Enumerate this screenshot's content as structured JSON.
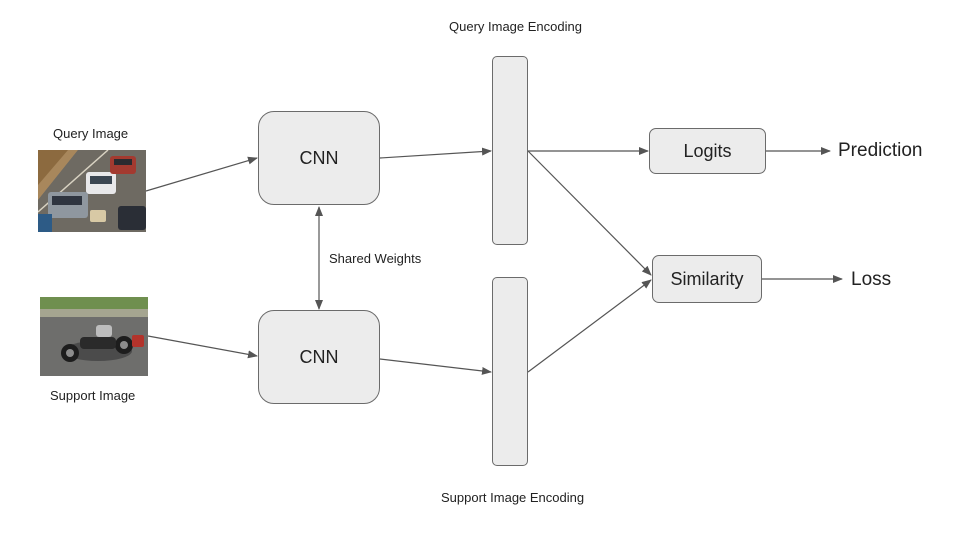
{
  "labels": {
    "query_image": "Query Image",
    "support_image": "Support Image",
    "shared_weights": "Shared Weights",
    "query_encoding": "Query Image Encoding",
    "support_encoding": "Support Image Encoding",
    "prediction": "Prediction",
    "loss": "Loss"
  },
  "nodes": {
    "cnn_top": "CNN",
    "cnn_bottom": "CNN",
    "logits": "Logits",
    "similarity": "Similarity"
  },
  "colors": {
    "box_fill": "#ececec",
    "box_stroke": "#6b6b6b",
    "arrow": "#555555"
  }
}
